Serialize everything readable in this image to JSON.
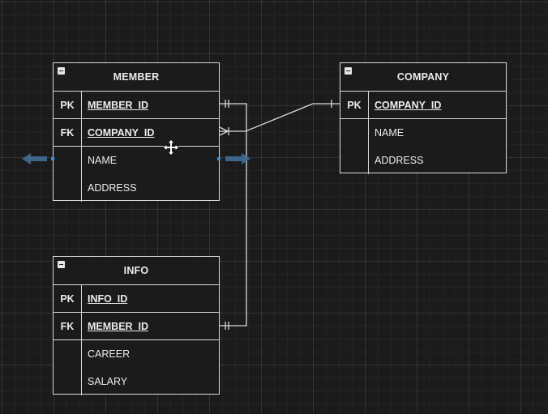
{
  "entities": {
    "member": {
      "title": "MEMBER",
      "keys": [
        {
          "type": "PK",
          "name": "MEMBER_ID"
        },
        {
          "type": "FK",
          "name": "COMPANY_ID"
        }
      ],
      "attributes": [
        "NAME",
        "ADDRESS"
      ]
    },
    "company": {
      "title": "COMPANY",
      "keys": [
        {
          "type": "PK",
          "name": "COMPANY_ID"
        }
      ],
      "attributes": [
        "NAME",
        "ADDRESS"
      ]
    },
    "info": {
      "title": "INFO",
      "keys": [
        {
          "type": "PK",
          "name": "INFO_ID"
        },
        {
          "type": "FK",
          "name": "MEMBER_ID"
        }
      ],
      "attributes": [
        "CAREER",
        "SALARY"
      ]
    }
  },
  "relationships": [
    {
      "from": "MEMBER.COMPANY_ID",
      "to": "COMPANY.COMPANY_ID",
      "from_end": "many",
      "to_end": "one"
    },
    {
      "from": "INFO.MEMBER_ID",
      "to": "MEMBER.MEMBER_ID",
      "from_end": "one",
      "to_end": "one"
    }
  ],
  "colors": {
    "background": "#1b1b1b",
    "line": "#d9d9d9",
    "text": "#ececec",
    "selection_handle": "#3f6f96"
  },
  "icons": [
    "collapse-icon",
    "move-cursor-icon",
    "connect-arrow-left-icon",
    "connect-arrow-right-icon"
  ]
}
